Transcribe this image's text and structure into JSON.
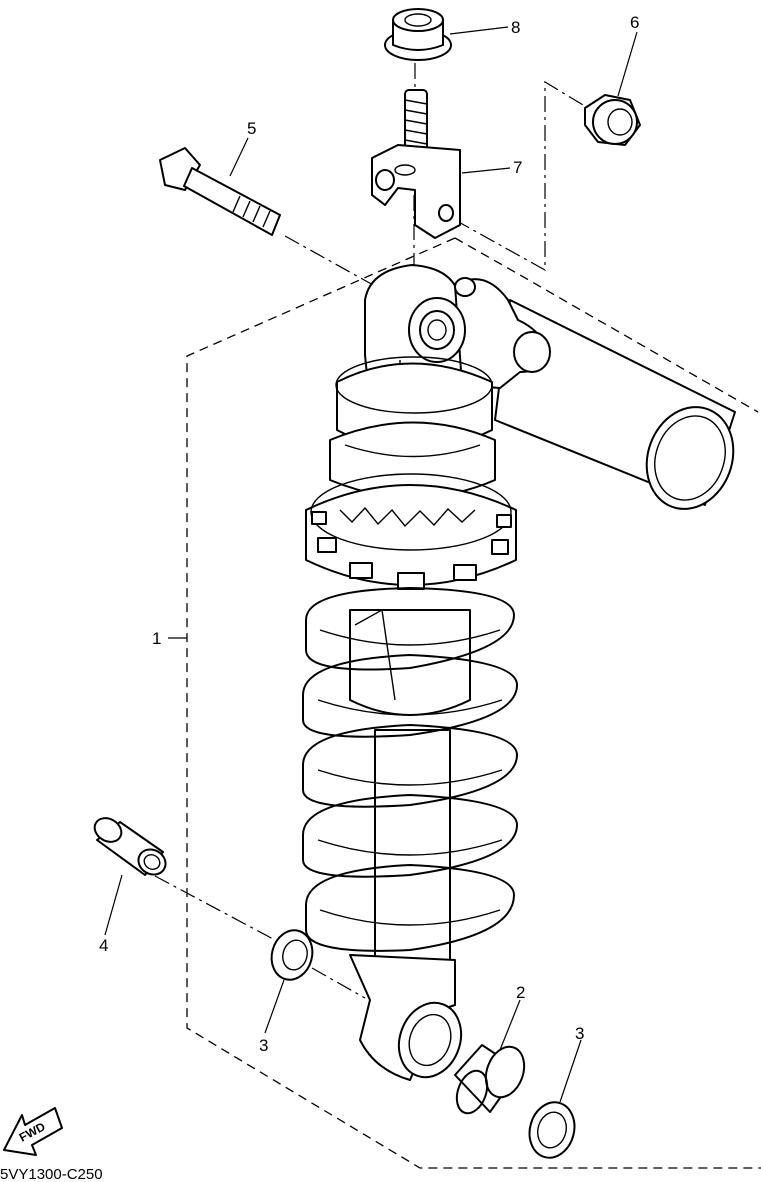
{
  "diagram": {
    "drawing_code": "5VY1300-C250",
    "fwd_label": "FWD",
    "callouts": [
      {
        "id": "callout-1",
        "label": "1"
      },
      {
        "id": "callout-2",
        "label": "2"
      },
      {
        "id": "callout-3-upper",
        "label": "3"
      },
      {
        "id": "callout-3-lower",
        "label": "3"
      },
      {
        "id": "callout-4",
        "label": "4"
      },
      {
        "id": "callout-5",
        "label": "5"
      },
      {
        "id": "callout-6",
        "label": "6"
      },
      {
        "id": "callout-7",
        "label": "7"
      },
      {
        "id": "callout-8",
        "label": "8"
      }
    ]
  }
}
